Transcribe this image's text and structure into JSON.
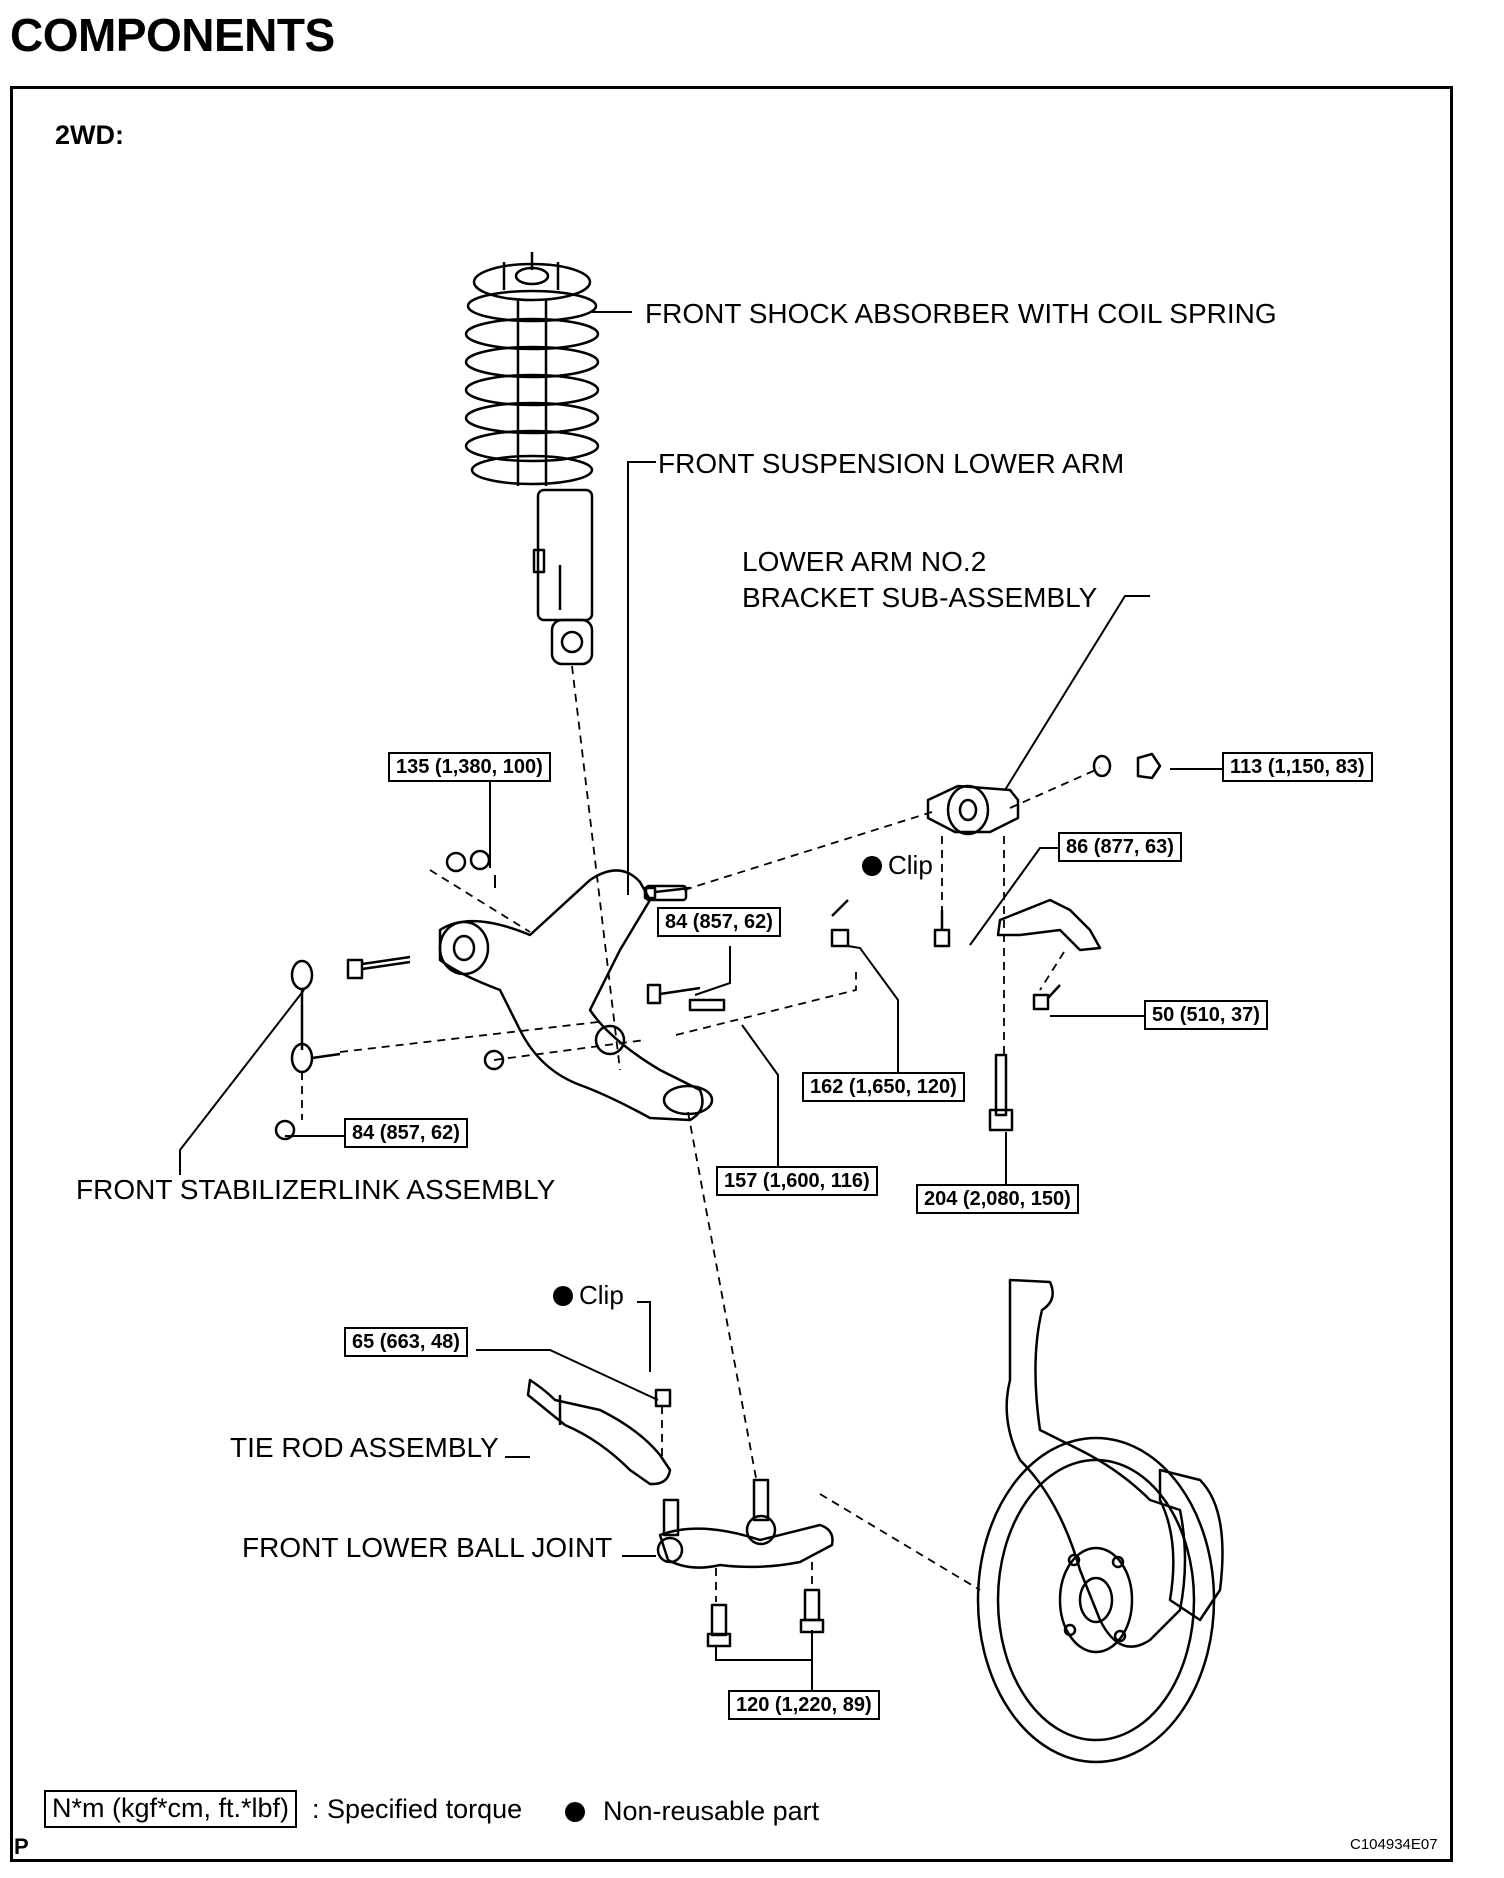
{
  "page_title": "COMPONENTS",
  "variant_label": "2WD:",
  "part_labels": {
    "shock_absorber": "FRONT SHOCK ABSORBER WITH COIL SPRING",
    "lower_arm": "FRONT SUSPENSION LOWER ARM",
    "bracket_line1": "LOWER ARM NO.2",
    "bracket_line2": "BRACKET SUB-ASSEMBLY",
    "stabilizer_link": "FRONT STABILIZERLINK ASSEMBLY",
    "tie_rod": "TIE ROD ASSEMBLY",
    "ball_joint": "FRONT LOWER BALL JOINT"
  },
  "torque_specs": {
    "t135": "135 (1,380, 100)",
    "t113": "113 (1,150, 83)",
    "t86": "86 (877, 63)",
    "t84_upper": "84 (857, 62)",
    "t50": "50 (510, 37)",
    "t162": "162 (1,650, 120)",
    "t84_lower": "84 (857, 62)",
    "t157": "157 (1,600, 116)",
    "t204": "204 (2,080, 150)",
    "t65": "65 (663, 48)",
    "t120": "120 (1,220, 89)"
  },
  "clip_label": "Clip",
  "legend": {
    "torque_unit": "N*m (kgf*cm, ft.*lbf)",
    "torque_desc": ": Specified torque",
    "non_reusable": "Non-reusable part"
  },
  "corner_mark": "P",
  "figure_code": "C104934E07"
}
